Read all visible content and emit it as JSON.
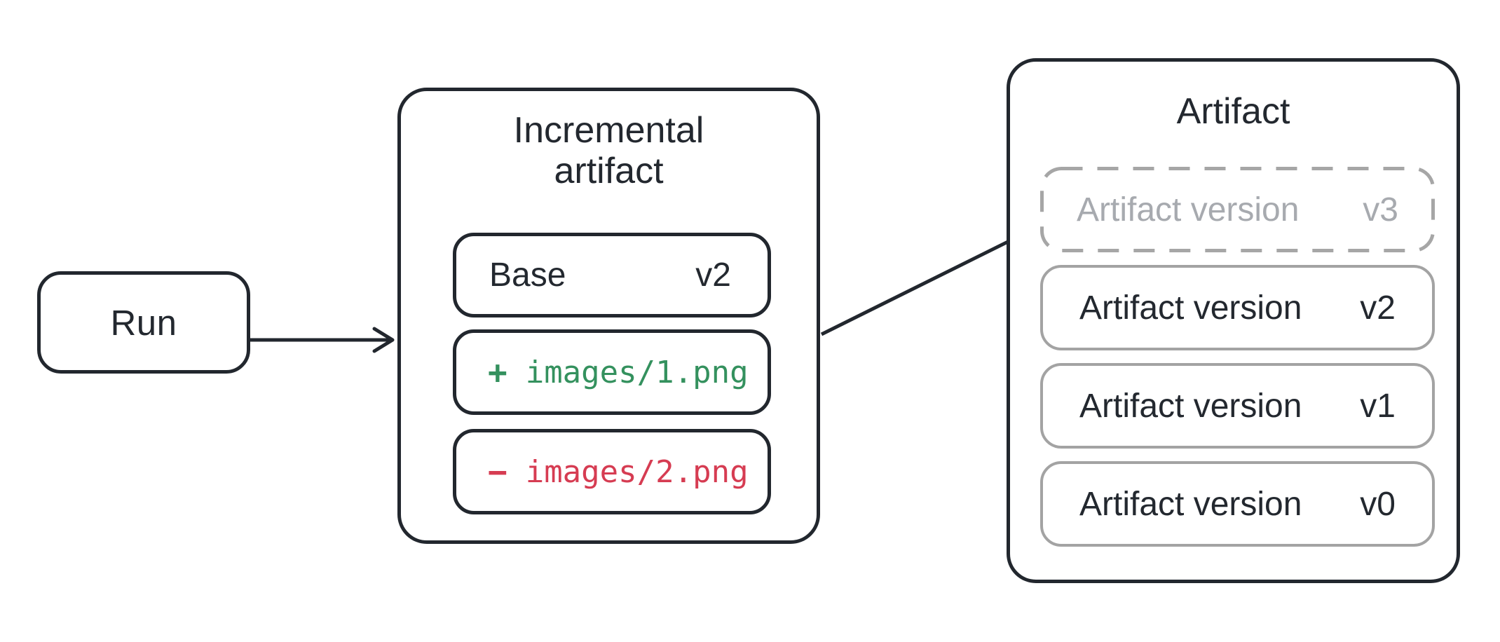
{
  "colors": {
    "ink": "#22272e",
    "gray_border": "#a3a3a3",
    "dashed_gray": "#a6a6a6",
    "muted_text": "#a7aaaf",
    "diff_add_green": "#34915e",
    "diff_remove_red": "#d63c52"
  },
  "run": {
    "label": "Run"
  },
  "incremental": {
    "title_line1": "Incremental",
    "title_line2": "artifact",
    "base": {
      "label": "Base",
      "version": "v2"
    },
    "added": {
      "sign": "+",
      "path": "images/1.png"
    },
    "removed": {
      "sign": "−",
      "path": "images/2.png"
    }
  },
  "artifact": {
    "title": "Artifact",
    "pending_version": {
      "label": "Artifact version",
      "version": "v3"
    },
    "versions": [
      {
        "label": "Artifact version",
        "version": "v2"
      },
      {
        "label": "Artifact version",
        "version": "v1"
      },
      {
        "label": "Artifact version",
        "version": "v0"
      }
    ]
  }
}
